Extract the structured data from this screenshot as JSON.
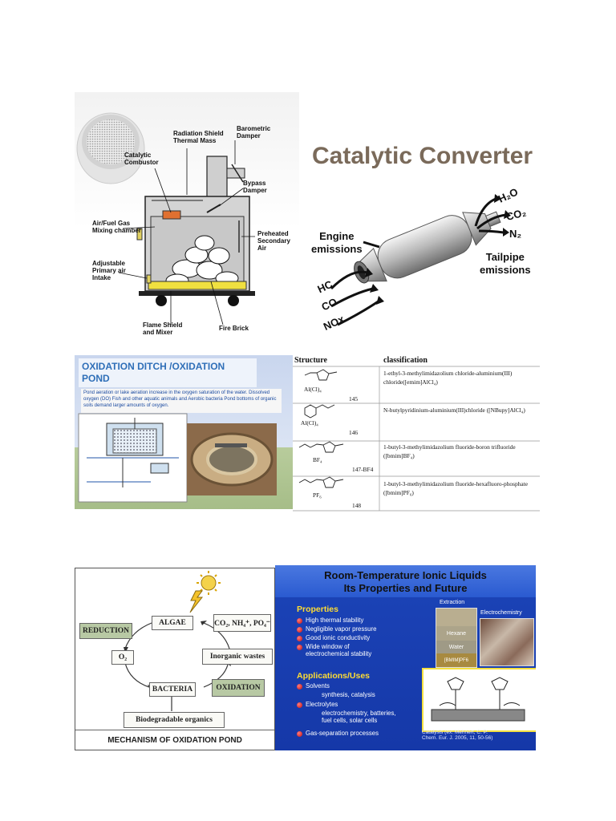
{
  "stove": {
    "labels": {
      "catalytic_combustor": "Catalytic\nCombustor",
      "radiation_shield": "Radiation Shield\nThermal Mass",
      "barometric_damper": "Barometric\nDamper",
      "bypass_damper": "Bypass\nDamper",
      "air_fuel": "Air/Fuel Gas\nMixing chamber",
      "preheated": "Preheated\nSecondary\nAir",
      "adjustable": "Adjustable\nPrimary air\nIntake",
      "flame_shield": "Flame Shield\nand Mixer",
      "fire_brick": "Fire Brick"
    }
  },
  "catalytic": {
    "title": "Catalytic Converter",
    "engine": "Engine\nemissions",
    "tailpipe": "Tailpipe\nemissions",
    "inputs": [
      "HC",
      "CO",
      "NOx"
    ],
    "outputs": [
      "H₂O",
      "CO₂",
      "N₂"
    ]
  },
  "ditch": {
    "title": "OXIDATION DITCH /OXIDATION POND",
    "text": "Pond aeration or lake aeration increase in the oxygen saturation of the water. Dissolved oxygen (DO) Fish and other aquatic animals and Aerobic bacteria Pond bottoms of organic soils demand larger amounts of oxygen."
  },
  "ionic_table": {
    "headers": [
      "Structure",
      "classification"
    ],
    "rows": [
      {
        "num": "145",
        "anion": "Al(Cl)₄",
        "text": "1-ethyl-3-methylimidazolium chloride-aluminium(III) chloride([emim]AlCl₄)"
      },
      {
        "num": "146",
        "anion": "Al(Cl)₄",
        "text": "N-butylpyridinium-aluminium(III)chloride ([NBupy]AlCl₄)"
      },
      {
        "num": "147-BF4",
        "anion": "BF₄",
        "text": "1-butyl-3-methylimidazolium fluoride-boron trifluoride ([bmim]BF₄)"
      },
      {
        "num": "148",
        "anion": "PF₆",
        "text": "1-butyl-3-methylimidazolium fluoride-hexafluoro-phosphate ([bmim]PF₆)"
      }
    ]
  },
  "pond": {
    "algae": "ALGAE",
    "gases": "CO₂, NH₄⁺, PO₄⁻",
    "reduction": "REDUCTION",
    "o2": "O₂",
    "inorganic": "Inorganic wastes",
    "bacteria": "BACTERIA",
    "oxidation": "OXIDATION",
    "biodegradable": "Biodegradable organics",
    "caption": "MECHANISM OF OXIDATION POND"
  },
  "ionic": {
    "title1": "Room-Temperature Ionic Liquids",
    "title2": "Its Properties and Future",
    "properties_head": "Properties",
    "properties": [
      "High thermal stability",
      "Negligible vapor pressure",
      "Good ionic conductivity",
      "Wide window of\nelectrochemical stability"
    ],
    "apps_head": "Applications/Uses",
    "apps": [
      {
        "text": "Solvents",
        "sub": "synthesis, catalysis"
      },
      {
        "text": "Electrolytes",
        "sub": "electrochemistry, batteries,\nfuel cells, solar cells"
      },
      {
        "text": "Gas-separation processes",
        "sub": ""
      }
    ],
    "extraction": "Extraction",
    "electrochemistry": "Electrochemistry",
    "hexane": "Hexane",
    "water": "Water",
    "bmim": "[BMIM]PF6",
    "catalysis": "Catalysis (ex: Mehnert, C. P.\nChem. Eur. J. 2005, 11, 50-56)"
  },
  "colors": {
    "ionic_bg": "#1c44b8",
    "ionic_head": "#ffdd33",
    "ditch_title": "#2f6fb8",
    "pond_box": "#b8c9a4"
  }
}
